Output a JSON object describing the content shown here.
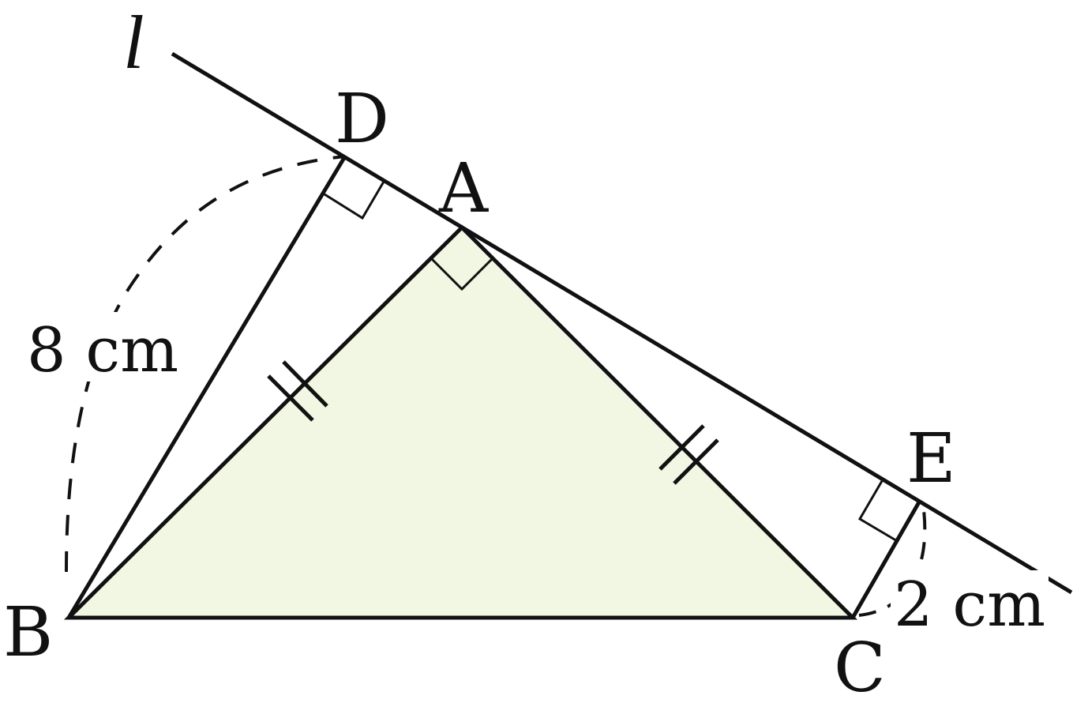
{
  "line_label": "l",
  "points": {
    "A": "A",
    "B": "B",
    "C": "C",
    "D": "D",
    "E": "E"
  },
  "measurements": {
    "BD": "8 cm",
    "CE": "2 cm"
  },
  "colors": {
    "triangle_fill": "#f1f7e3",
    "stroke": "#111111"
  }
}
